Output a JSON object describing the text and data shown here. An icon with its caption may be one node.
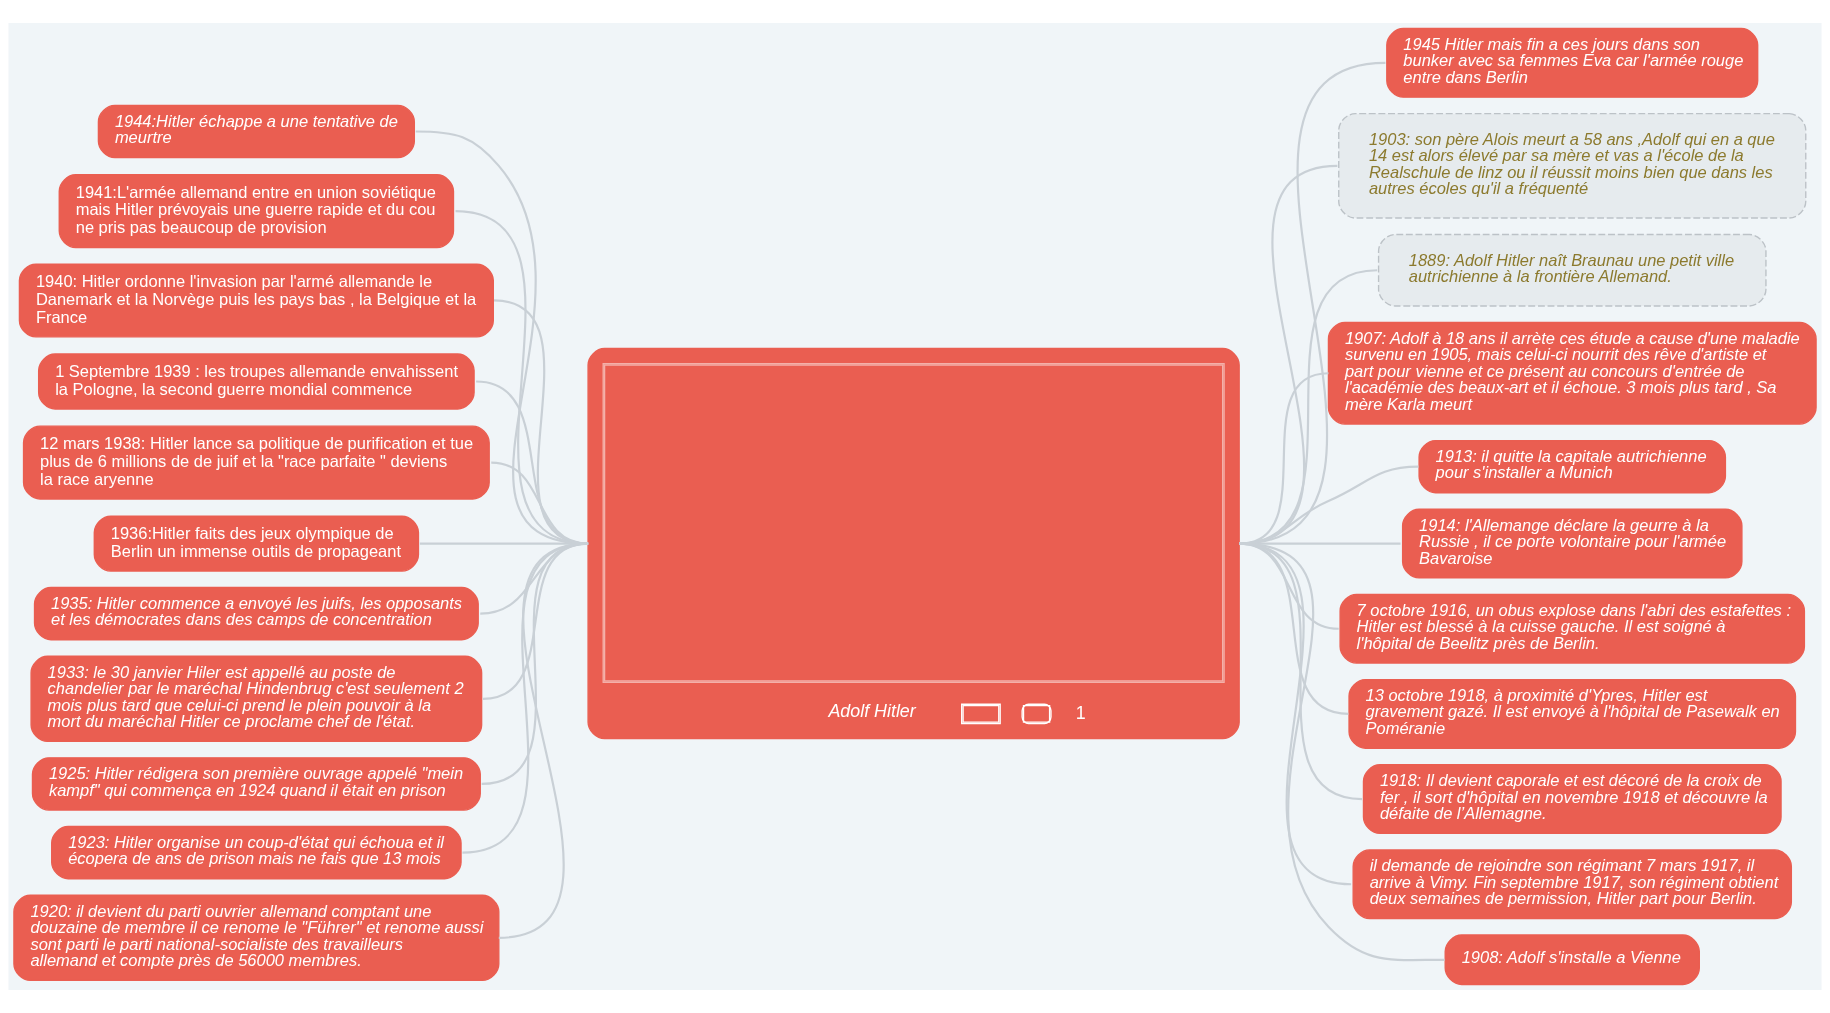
{
  "diagram": {
    "nodes": [
      {
        "text": [
          "Adolf Hitler",
          "1"
        ]
      },
      {
        "text": [
          "1941:L'armée allemand entre en union soviétique mais Hitler prévoyais une guerre rapide et du cou ne pris pas beaucoup de provision"
        ]
      },
      {
        "text": [
          "1940: Hitler ordonne l'invasion par l'armé allemande le Danemark et la Norvège puis les pays bas , la Belgique et la France"
        ]
      },
      {
        "text": [
          "1 Septembre 1939 : les troupes allemande envahissent la Pologne, la second guerre mondial commence"
        ]
      },
      {
        "text": [
          "12 mars 1938: Hitler lance sa politique de purification et tue plus de 6 millions de de juif et la \"race parfaite \" deviens la race aryenne"
        ]
      },
      {
        "text": [
          "1936:Hitler faits des jeux olympique de Berlin un immense outils de propageant"
        ]
      },
      {
        "text": [
          "1935: Hitler commence a envoyé les juifs, les opposants et les démocrates dans des camps de concentration"
        ]
      },
      {
        "text": [
          "1933: le 30 janvier Hiler est appellé au poste de chandelier par le maréchal Hindenbrug c'est seulement 2 mois plus tard que celui-ci prend le plein pouvoir à la mort du maréchal Hitler ce proclame chef de l'état."
        ]
      },
      {
        "text": [
          "1925: Hitler rédigera son première ouvrage appelé \"mein kampf\" qui commença en 1924 quand il était en prison"
        ]
      },
      {
        "text": [
          "1923: Hitler organise un coup-d'état qui échoua et il écopera de ans de prison mais ne fais que 13 mois"
        ]
      },
      {
        "text": [
          "1920: il devient du parti ouvrier allemand comptant une douzaine de membre il ce renome le \"Führer\" et renome aussi sont parti le parti national-socialiste des travailleurs allemand et compte près de 56000 membres."
        ]
      },
      {
        "text": [
          "1944:Hitler échappe a une tentative de meurtre"
        ]
      },
      {
        "text": [
          "1945 Hitler mais fin a ces jours dans son bunker avec sa femmes Eva car l'armée rouge entre dans Berlin"
        ]
      },
      {
        "text": [
          "1903: son père Alois meurt a 58 ans ,Adolf qui en a que 14 est alors élevé par sa mère et vas a l'école de la Realschule de linz ou il réussit moins bien que dans les autres écoles qu'il a fréquenté"
        ]
      },
      {
        "text": [
          "1889: Adolf Hitler naît Braunau une petit ville autrichienne à la frontière Allemand."
        ]
      },
      {
        "text": [
          "1907: Adolf à 18 ans il arrète ces étude a cause d'une maladie survenu en 1905, mais celui-ci nourrit des rêve d'artiste et part pour vienne et ce présent au concours d'entrée de l'académie des beaux-art et il échoue. 3 mois plus tard , Sa mère Karla meurt"
        ]
      },
      {
        "text": [
          "1913: il quitte la capitale autrichienne pour s'installer a Munich"
        ]
      },
      {
        "text": [
          "1914: l'Allemange déclare la geurre à la Russie , il ce porte volontaire pour l'armée Bavaroise"
        ]
      },
      {
        "text": [
          "7 octobre 1916, un obus explose dans l'abri des estafettes : Hitler est blessé à la cuisse gauche. Il est soigné à l'hôpital de Beelitz près de Berlin."
        ]
      },
      {
        "text": [
          "13 octobre 1918, à proximité d'Ypres, Hitler est gravement gazé. Il est envoyé à l'hôpital de Pasewalk en Poméranie"
        ]
      },
      {
        "text": [
          "1918: Il devient caporale et est décoré de la croix de fer , il sort d'hôpital en novembre 1918 et découvre la défaite de l’Allemagne."
        ]
      },
      {
        "text": [
          "il demande de rejoindre son régimant 7 mars 1917, il arrive à Vimy. Fin septembre 1917, son régiment obtient deux semaines de permission, Hitler part pour Berlin."
        ]
      },
      {
        "text": [
          "1908: Adolf s'installe a Vienne"
        ]
      }
    ],
    "edges": [
      {
        "from": 0,
        "to": 1,
        "arrow": "none"
      },
      {
        "from": 0,
        "to": 2,
        "arrow": "none"
      },
      {
        "from": 0,
        "to": 3,
        "arrow": "none"
      },
      {
        "from": 0,
        "to": 4,
        "arrow": "none"
      },
      {
        "from": 0,
        "to": 5,
        "arrow": "none"
      },
      {
        "from": 0,
        "to": 6,
        "arrow": "none"
      },
      {
        "from": 0,
        "to": 7,
        "arrow": "none"
      },
      {
        "from": 0,
        "to": 8,
        "arrow": "none"
      },
      {
        "from": 0,
        "to": 9,
        "arrow": "none"
      },
      {
        "from": 0,
        "to": 10,
        "arrow": "none"
      },
      {
        "from": 0,
        "to": 11,
        "arrow": "none"
      },
      {
        "from": 0,
        "to": 12,
        "arrow": "none"
      },
      {
        "from": 0,
        "to": 13,
        "arrow": "none"
      },
      {
        "from": 0,
        "to": 14,
        "arrow": "none"
      },
      {
        "from": 0,
        "to": 15,
        "arrow": "none"
      },
      {
        "from": 0,
        "to": 16,
        "arrow": "none"
      },
      {
        "from": 0,
        "to": 17,
        "arrow": "none"
      },
      {
        "from": 0,
        "to": 18,
        "arrow": "none"
      },
      {
        "from": 0,
        "to": 19,
        "arrow": "none"
      },
      {
        "from": 0,
        "to": 20,
        "arrow": "none"
      },
      {
        "from": 0,
        "to": 21,
        "arrow": "none"
      },
      {
        "from": 0,
        "to": 22,
        "arrow": "none"
      }
    ]
  }
}
